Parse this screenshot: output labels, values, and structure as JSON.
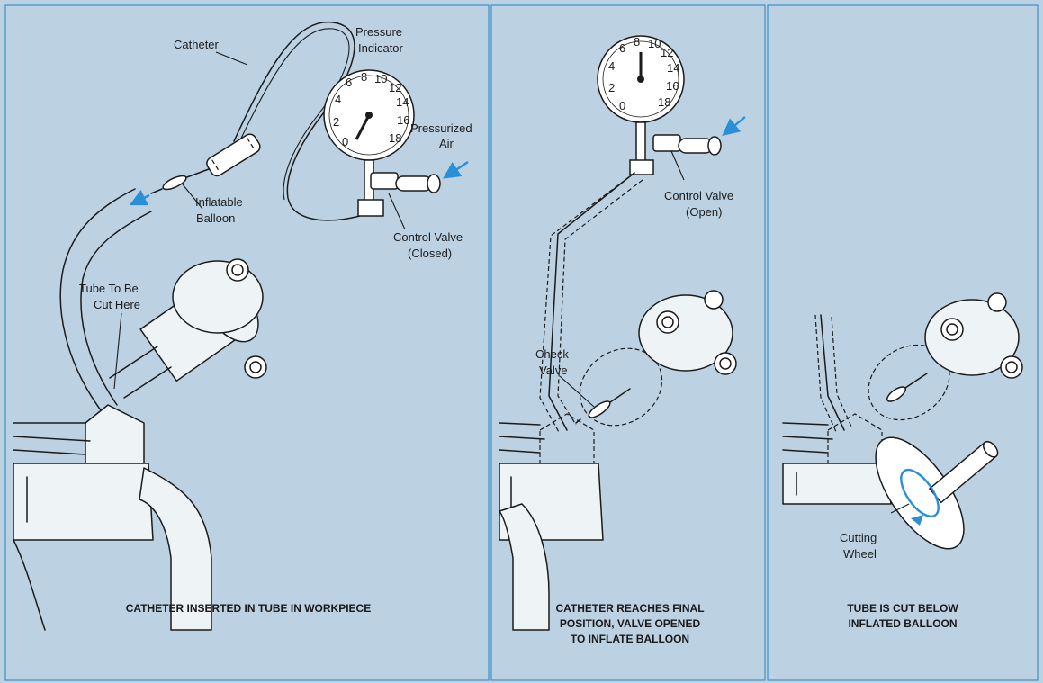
{
  "panels": [
    {
      "caption": "CATHETER INSERTED IN TUBE IN WORKPIECE",
      "labels": {
        "catheter": "Catheter",
        "pressure_indicator_1": "Pressure",
        "pressure_indicator_2": "Indicator",
        "pressurized_air_1": "Pressurized",
        "pressurized_air_2": "Air",
        "balloon_1": "Inflatable",
        "balloon_2": "Balloon",
        "valve_1": "Control Valve",
        "valve_2": "(Closed)",
        "tube_1": "Tube To Be",
        "tube_2": "Cut Here"
      }
    },
    {
      "caption_1": "CATHETER REACHES FINAL",
      "caption_2": "POSITION, VALVE OPENED",
      "caption_3": "TO INFLATE BALLOON",
      "labels": {
        "valve_1": "Control Valve",
        "valve_2": "(Open)",
        "check_1": "Check",
        "check_2": "Valve"
      }
    },
    {
      "caption_1": "TUBE IS CUT BELOW",
      "caption_2": "INFLATED BALLOON",
      "labels": {
        "wheel_1": "Cutting",
        "wheel_2": "Wheel"
      }
    }
  ],
  "gauge_ticks": [
    "0",
    "2",
    "4",
    "6",
    "8",
    "10",
    "12",
    "14",
    "16",
    "18"
  ],
  "colors": {
    "background": "#bcd2e2",
    "accent": "#2a8fd6",
    "panel_border": "#3d8fc8"
  }
}
